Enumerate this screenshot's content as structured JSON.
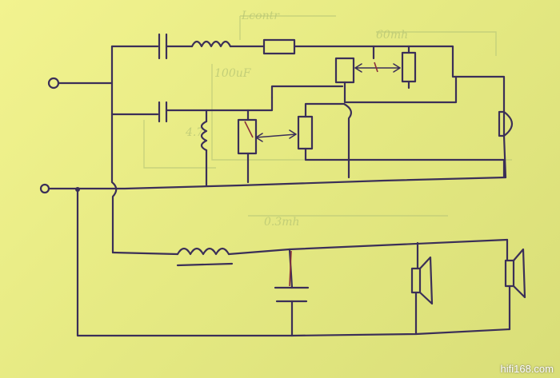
{
  "image": {
    "description_free": true
  },
  "watermark": {
    "text": "hifi168.com"
  },
  "bleed_through_text": {
    "top": "Lcontr",
    "top_right": "60mh",
    "mid_left": "100uF",
    "mid": "4.7",
    "center": "0.3mh"
  },
  "colors": {
    "paper": "#e9ec86",
    "ink": "#3b2f58",
    "accent_ink": "#8a2e3a"
  }
}
